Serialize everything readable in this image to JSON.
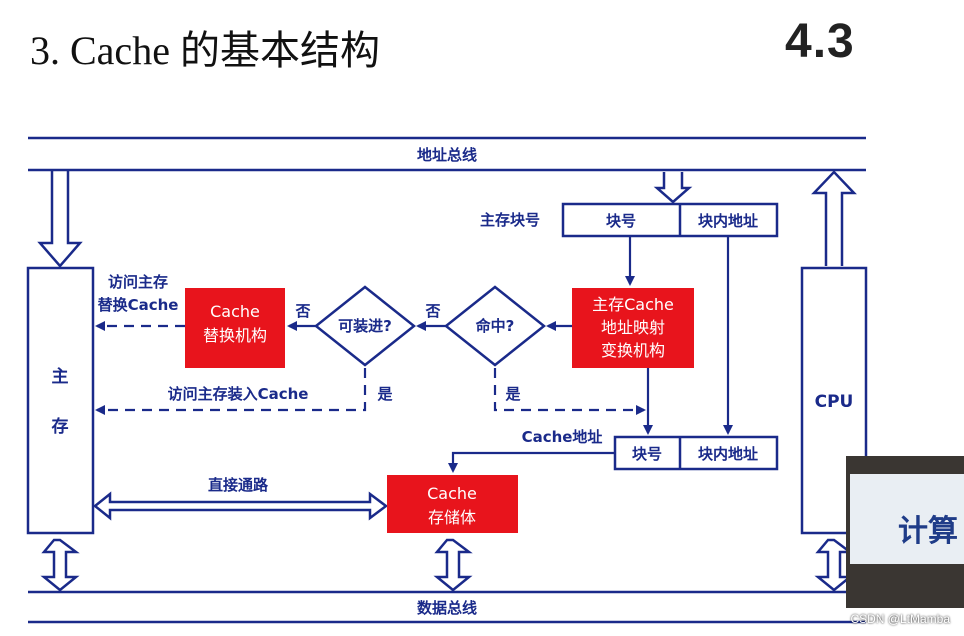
{
  "slide": {
    "title": "3. Cache 的基本结构",
    "section_number": "4.3"
  },
  "diagram": {
    "address_bus": "地址总线",
    "data_bus": "数据总线",
    "main_memory": [
      "主",
      "存"
    ],
    "cpu": "CPU",
    "main_block_label": "主存块号",
    "block_no": "块号",
    "in_block_addr": "块内地址",
    "cache_addr_label": "Cache地址",
    "mapping_unit": [
      "主存Cache",
      "地址映射",
      "变换机构"
    ],
    "hit_question": "命中?",
    "can_load_question": "可装进?",
    "no": "否",
    "yes": "是",
    "replace_unit": [
      "Cache",
      "替换机构"
    ],
    "access_replace": [
      "访问主存",
      "替换Cache"
    ],
    "access_load": "访问主存装入Cache",
    "direct_path": "直接通路",
    "cache_storage": [
      "Cache",
      "存储体"
    ],
    "colors": {
      "line": "#1a2a8a",
      "red_box": "#e8141c"
    }
  },
  "overlay": {
    "video_text": "计算",
    "watermark": "CSDN @LtMamba"
  }
}
